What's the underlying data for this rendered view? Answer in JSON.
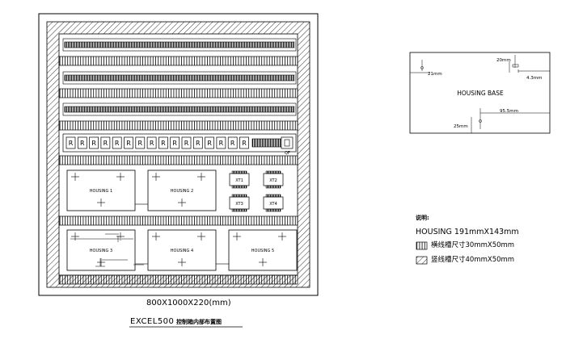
{
  "drawing": {
    "cabinet_size": "800X1000X220(mm)",
    "title_model": "EXCEL500",
    "title_cn": "控制箱内部布置图"
  },
  "housings": [
    {
      "label": "HOUSING 1"
    },
    {
      "label": "HOUSING 2"
    },
    {
      "label": "HOUSING 3"
    },
    {
      "label": "HOUSING 4"
    },
    {
      "label": "HOUSING 5"
    }
  ],
  "terminals": [
    {
      "label": "XT1"
    },
    {
      "label": "XT2"
    },
    {
      "label": "XT3"
    },
    {
      "label": "XT4"
    }
  ],
  "relay_label": "R",
  "relay_count": 16,
  "qf_label": "QF",
  "housing_base": {
    "title": "HOUSING BASE",
    "dims": {
      "top": "20mm",
      "left": "21mm",
      "right": "4.3mm",
      "span": "95.5mm",
      "bottom": "25mm"
    }
  },
  "legend": {
    "heading": "说明:",
    "housing_size": "HOUSING 191mmX143mm",
    "vertical_duct": "横线槽尺寸30mmX50mm",
    "diagonal_duct": "竖线槽尺寸40mmX50mm"
  }
}
